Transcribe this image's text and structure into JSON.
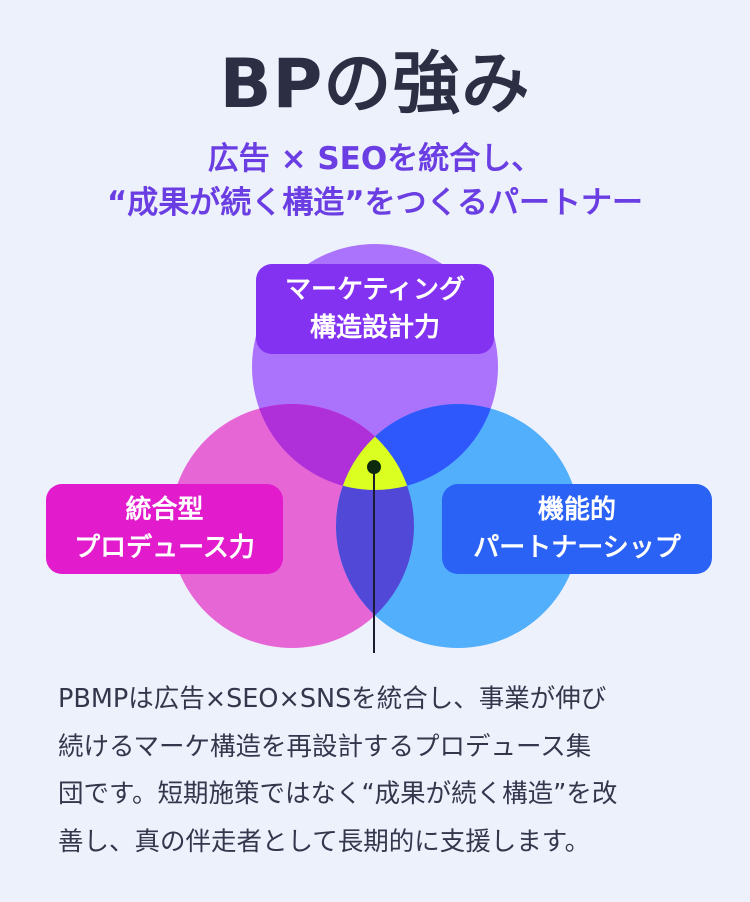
{
  "title": "BPの強み",
  "subtitle": [
    "広告 × SEOを統合し、",
    "“成果が続く構造”をつくるパートナー"
  ],
  "venn": {
    "top": {
      "lines": [
        "マーケティング",
        "構造設計力"
      ],
      "color": "#8432f2"
    },
    "left": {
      "lines": [
        "統合型",
        "プロデュース力"
      ],
      "color": "#e21ccc"
    },
    "right": {
      "lines": [
        "機能的",
        "パートナーシップ"
      ],
      "color": "#2b62f6"
    },
    "center_color": "#dbff21"
  },
  "body_lines": [
    "PBMPは広告×SEO×SNSを統合し、事業が伸び",
    "続けるマーケ構造を再設計するプロデュース集",
    "団です。短期施策ではなく“成果が続く構造”を改",
    "善し、真の伴走者として長期的に支援します。"
  ]
}
